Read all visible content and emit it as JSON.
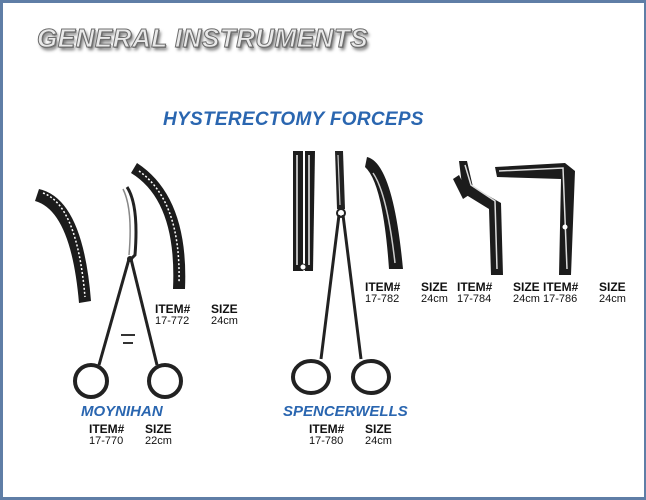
{
  "header": {
    "title": "GENERAL INSTRUMENTS"
  },
  "section": {
    "title": "HYSTERECTOMY FORCEPS"
  },
  "spec_headers": {
    "item": "ITEM#",
    "size": "SIZE"
  },
  "products": [
    {
      "name": "MOYNIHAN",
      "item": "17-770",
      "size": "22cm"
    },
    {
      "name": "",
      "item": "17-772",
      "size": "24cm"
    },
    {
      "name": "SPENCERWELLS",
      "item": "17-780",
      "size": "24cm"
    },
    {
      "name": "",
      "item": "17-782",
      "size": "24cm"
    },
    {
      "name": "",
      "item": "17-784",
      "size": "24cm"
    },
    {
      "name": "",
      "item": "17-786",
      "size": "24cm"
    }
  ]
}
